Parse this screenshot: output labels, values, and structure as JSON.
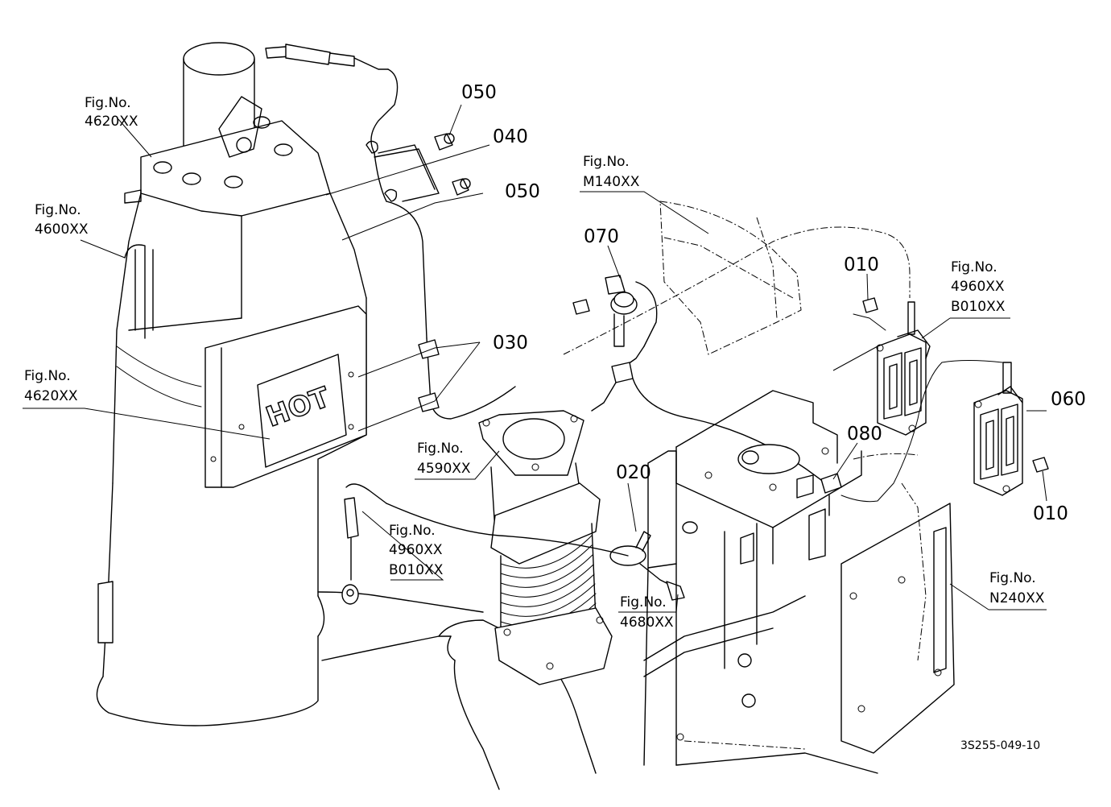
{
  "part_labels": {
    "p050_top": "050",
    "p040": "040",
    "p050_mid": "050",
    "p030": "030",
    "p070": "070",
    "p010_top": "010",
    "p060": "060",
    "p080": "080",
    "p020": "020",
    "p010_bottom": "010"
  },
  "figure_refs": {
    "fig_4620_top": {
      "line1": "Fig.No.",
      "line2": "4620XX"
    },
    "fig_4600": {
      "line1": "Fig.No.",
      "line2": "4600XX"
    },
    "fig_4620_bottom": {
      "line1": "Fig.No.",
      "line2": "4620XX"
    },
    "fig_m140": {
      "line1": "Fig.No.",
      "line2": "M140XX"
    },
    "fig_4960_right": {
      "line1": "Fig.No.",
      "line2": "4960XX",
      "line3": "B010XX"
    },
    "fig_4590": {
      "line1": "Fig.No.",
      "line2": "4590XX"
    },
    "fig_4960_left": {
      "line1": "Fig.No.",
      "line2": "4960XX",
      "line3": "B010XX"
    },
    "fig_4680": {
      "line1": "Fig.No.",
      "line2": "4680XX"
    },
    "fig_n240": {
      "line1": "Fig.No.",
      "line2": "N240XX"
    }
  },
  "warning_plate_text": "HOT",
  "drawing_code": "3S255-049-10"
}
